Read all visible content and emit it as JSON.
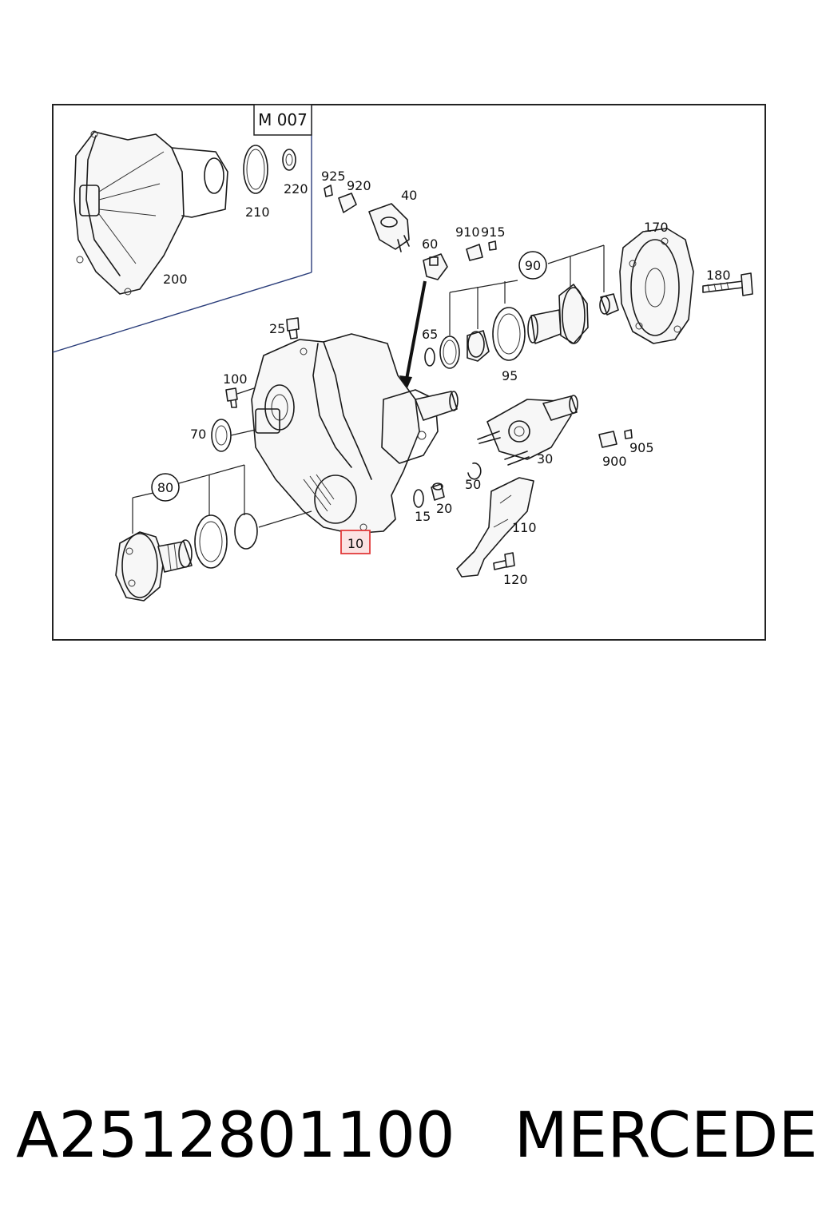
{
  "diagram": {
    "section_label": "M 007",
    "callouts": {
      "c200": "200",
      "c210": "210",
      "c220": "220",
      "c925": "925",
      "c920": "920",
      "c40": "40",
      "c60": "60",
      "c910": "910",
      "c915": "915",
      "c170": "170",
      "c90": "90",
      "c180": "180",
      "c25": "25",
      "c65": "65",
      "c95": "95",
      "c100": "100",
      "c70": "70",
      "c30": "30",
      "c900": "900",
      "c905": "905",
      "c50": "50",
      "c80": "80",
      "c15": "15",
      "c20": "20",
      "c110": "110",
      "c120": "120",
      "c10": "10"
    },
    "highlighted_callout": "10",
    "colors": {
      "highlight_border": "#e23b3b",
      "highlight_fill": "#fbe3e3",
      "frame": "#222222",
      "leader_blue": "#2a3d7a"
    }
  },
  "caption": {
    "part_number": "A2512801100",
    "brand": "MERCEDES"
  }
}
